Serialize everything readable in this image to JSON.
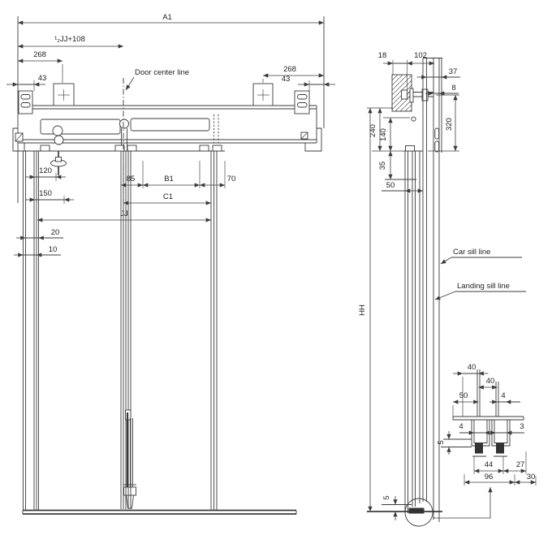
{
  "front_view": {
    "dims": {
      "overall_width": "A1",
      "half_opening_plus": "¹₂JJ+108",
      "left_hanger_offset": "268",
      "left_end_gap": "43",
      "right_hanger_offset": "268",
      "right_end_gap": "43",
      "bolt_drop": "120",
      "bolt_offset": "150",
      "center_overlap": "85",
      "panel_width": "B1",
      "edge_offset": "70",
      "panel_overall": "C1",
      "clear_opening": "JJ",
      "frame_gap": "20",
      "panel_lap": "10"
    },
    "labels": {
      "door_center": "Door center line"
    }
  },
  "side_view": {
    "dims": {
      "wall_to_fix": "18",
      "fix_to_track": "102",
      "track_depth": "37",
      "plate_gap": "8",
      "header_drop": "240",
      "slot_drop": "140",
      "track_height": "320",
      "header_to_sill": "35",
      "sill_depth": "50",
      "door_height": "HH",
      "bottom_gap": "5"
    },
    "labels": {
      "car_sill": "Car sill line",
      "landing_sill": "Landing sill line"
    }
  },
  "sill_detail": {
    "dims": {
      "rail_pitch_a": "40",
      "rail_pitch_b": "40",
      "front_offset": "50",
      "rail_gap": "4",
      "groove_left": "4",
      "groove_right": "3",
      "step": "5",
      "shoe_pitch": "44",
      "nose_offset": "27",
      "sill_width": "96",
      "edge_offset": "30"
    }
  }
}
